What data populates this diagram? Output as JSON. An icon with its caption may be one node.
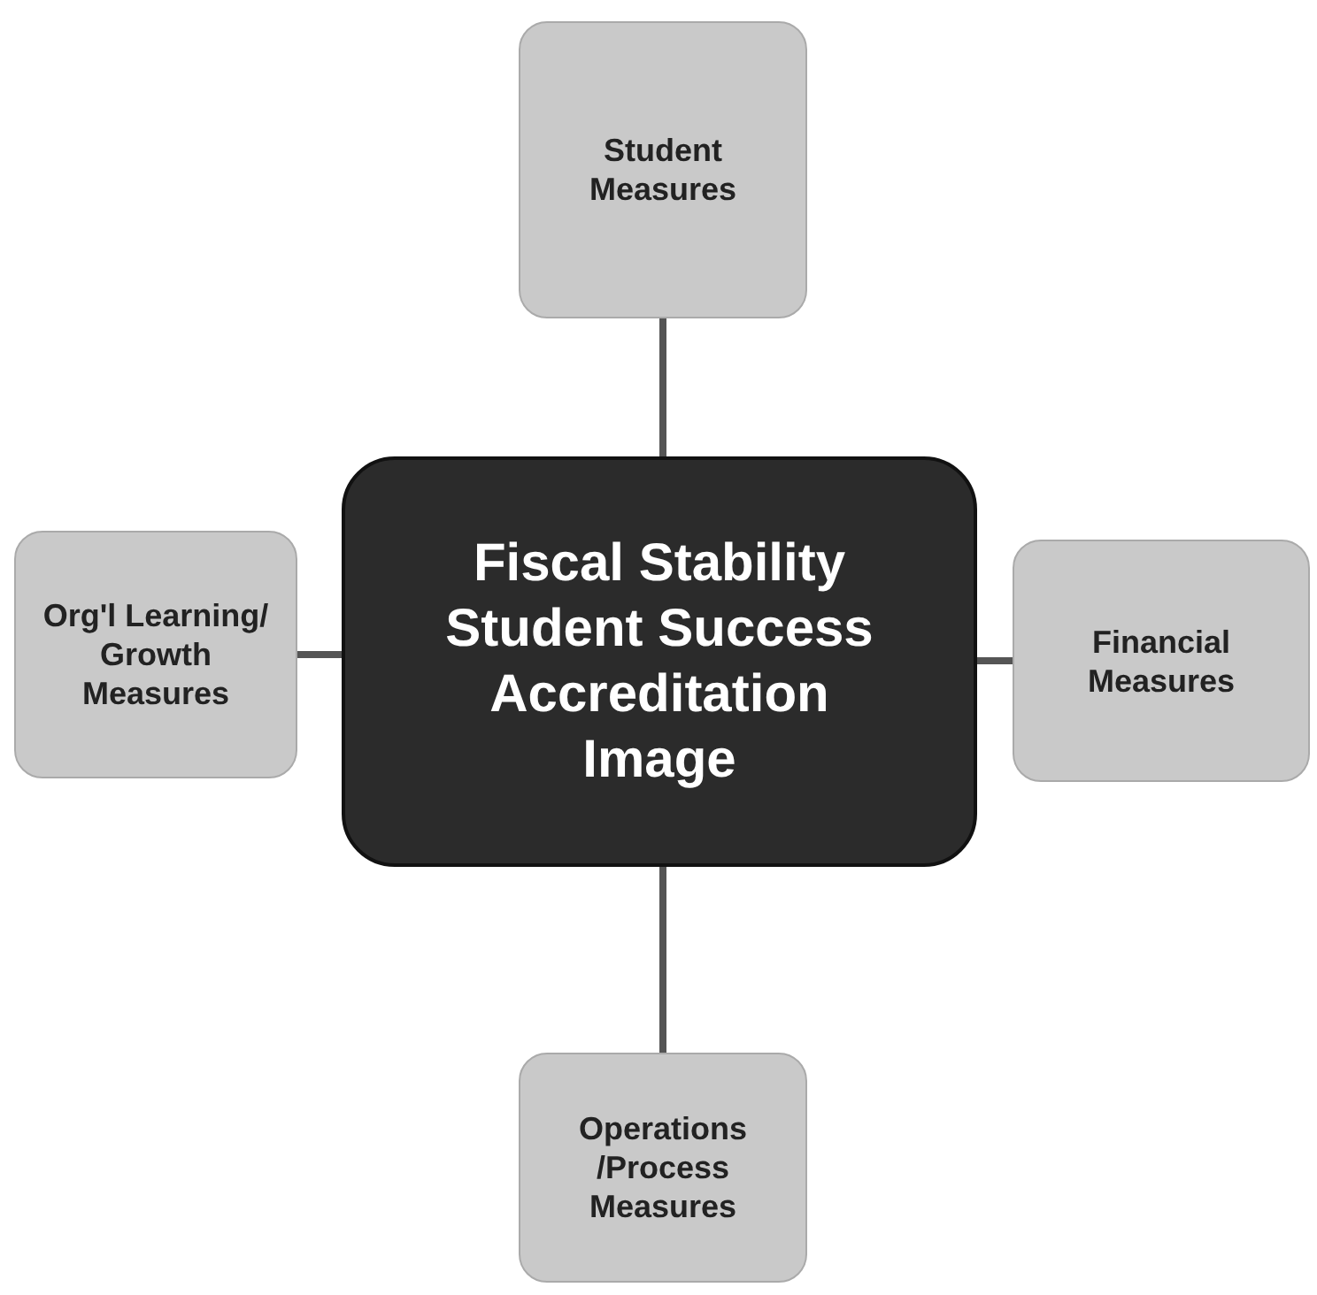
{
  "diagram": {
    "nodes": [
      {
        "text": [
          "Fiscal Stability",
          "Student Success",
          "Accreditation",
          "Image"
        ]
      },
      {
        "text": [
          "Student Measures"
        ]
      },
      {
        "text": [
          "Org'l Learning/ Growth Measures"
        ]
      },
      {
        "text": [
          "Financial Measures"
        ]
      },
      {
        "text": [
          "Operations /Process Measures"
        ]
      }
    ],
    "edges": [
      {
        "from": 0,
        "to": 1,
        "arrow": "none"
      },
      {
        "from": 0,
        "to": 2,
        "arrow": "none"
      },
      {
        "from": 0,
        "to": 3,
        "arrow": "none"
      },
      {
        "from": 0,
        "to": 4,
        "arrow": "none"
      }
    ]
  }
}
